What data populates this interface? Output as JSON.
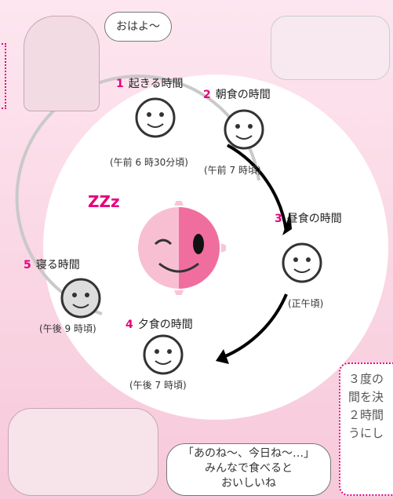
{
  "bubbles": {
    "morning": "おはよ～",
    "dinner_line1": "「あのね～、今日ね～…」",
    "dinner_line2": "みんなで食べると",
    "dinner_line3": "おいしいね"
  },
  "times": [
    {
      "num": "1",
      "label": "起きる時間",
      "time": "(午前 6 時30分頃)"
    },
    {
      "num": "2",
      "label": "朝食の時間",
      "time": "(午前 7 時頃)"
    },
    {
      "num": "3",
      "label": "昼食の時間",
      "time": "(正午頃)"
    },
    {
      "num": "4",
      "label": "夕食の時間",
      "time": "(午後 7 時頃)"
    },
    {
      "num": "5",
      "label": "寝る時間",
      "time": "(午後 9 時頃)"
    }
  ],
  "zzz": "ZZz",
  "note": {
    "line1": "３度の",
    "line2": "間を決",
    "line3": "２時間",
    "line4": "うにし"
  },
  "colors": {
    "accent": "#e6007e",
    "sun": "#f07fab",
    "ring": "#eeeeee"
  }
}
